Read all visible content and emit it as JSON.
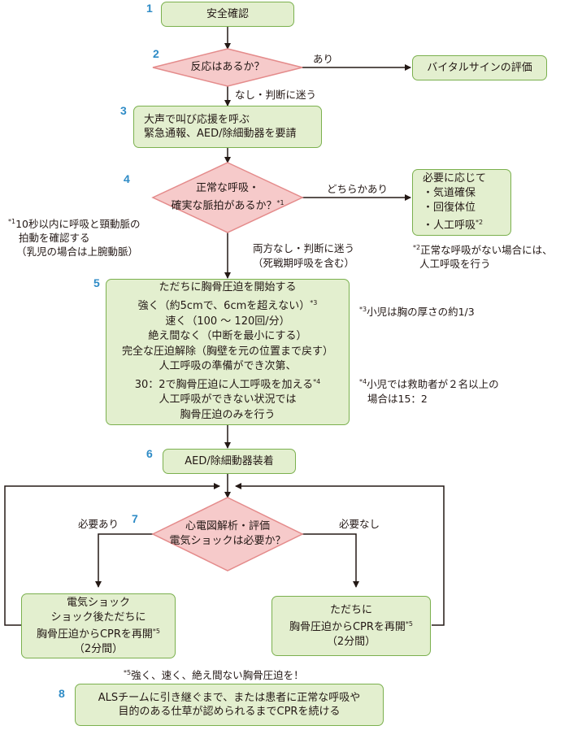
{
  "steps": {
    "s1": {
      "num": "1",
      "lines": [
        "安全確認"
      ]
    },
    "s2": {
      "num": "2",
      "lines": [
        "反応はあるか？"
      ]
    },
    "s3": {
      "num": "3",
      "lines": [
        "大声で叫び応援を呼ぶ",
        "緊急通報、AED/除細動器を要請"
      ]
    },
    "s4": {
      "num": "4",
      "lines": [
        "正常な呼吸・",
        "確実な脈拍があるか？"
      ],
      "sup": "*1"
    },
    "s5": {
      "num": "5",
      "lines": [
        "ただちに胸骨圧迫を開始する",
        "強く（約5cmで、6cmを超えない）",
        "速く（100 ～ 120回/分）",
        "絶え間なく（中断を最小にする）",
        "完全な圧迫解除（胸壁を元の位置まで戻す）",
        "人工呼吸の準備ができ次第、",
        "30：2で胸骨圧迫に人工呼吸を加える",
        "人工呼吸ができない状況では",
        "胸骨圧迫のみを行う"
      ],
      "sup1": "*3",
      "sup2": "*4"
    },
    "s6": {
      "num": "6",
      "lines": [
        "AED/除細動器装着"
      ]
    },
    "s7": {
      "num": "7",
      "lines": [
        "心電図解析・評価",
        "電気ショックは必要か？"
      ]
    },
    "s8": {
      "num": "8",
      "lines": [
        "ALSチームに引き継ぐまで、または患者に正常な呼吸や",
        "目的のある仕草が認められるまでCPRを続ける"
      ]
    }
  },
  "side_boxes": {
    "vital": {
      "lines": [
        "バイタルサインの評価"
      ]
    },
    "as_needed": {
      "lines": [
        "必要に応じて",
        "・気道確保",
        "・回復体位",
        "・人工呼吸"
      ],
      "sup": "*2"
    },
    "shock": {
      "lines": [
        "電気ショック",
        "ショック後ただちに",
        "胸骨圧迫からCPRを再開",
        "（2分間）"
      ],
      "sup": "*5"
    },
    "no_shock": {
      "lines": [
        "ただちに",
        "胸骨圧迫からCPRを再開",
        "（2分間）"
      ],
      "sup": "*5"
    }
  },
  "edge_labels": {
    "yes": "あり",
    "no_or_unsure": "なし・判断に迷う",
    "either": "どちらかあり",
    "both_none_1": "両方なし・判断に迷う",
    "both_none_2": "（死戦期呼吸を含む）",
    "needed": "必要あり",
    "not_needed": "必要なし"
  },
  "notes": {
    "n1": {
      "mark": "*1",
      "lines": [
        "10秒以内に呼吸と頸動脈の",
        "拍動を確認する",
        "（乳児の場合は上腕動脈）"
      ]
    },
    "n2": {
      "mark": "*2",
      "lines": [
        "正常な呼吸がない場合には、",
        "人工呼吸を行う"
      ]
    },
    "n3": {
      "mark": "*3",
      "lines": [
        "小児は胸の厚さの約1/3"
      ]
    },
    "n4": {
      "mark": "*4",
      "lines": [
        "小児では救助者が２名以上の",
        "場合は15：2"
      ]
    },
    "n5": {
      "mark": "*5",
      "lines": [
        "強く、速く、絶え間ない胸骨圧迫を！"
      ]
    }
  },
  "colors": {
    "box_fill": "#e3efcf",
    "box_border": "#7bb04e",
    "diamond_fill": "#f6caca",
    "diamond_border": "#e48b8b",
    "step_number": "#2e8bc6",
    "line": "#231815"
  }
}
